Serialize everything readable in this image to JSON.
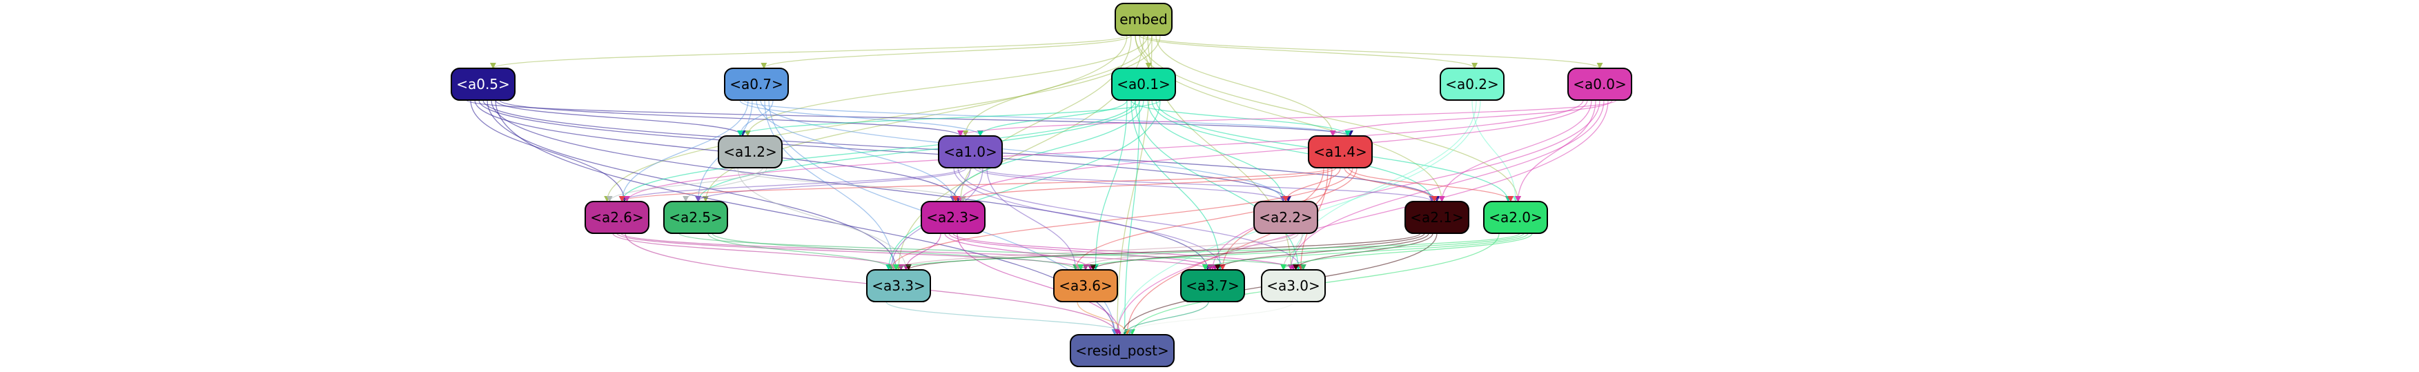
{
  "graph": {
    "nodes": [
      {
        "id": "embed",
        "label": "embed",
        "fill": "#a3be54",
        "text": "#000000"
      },
      {
        "id": "a0.5",
        "label": "<a0.5>",
        "fill": "#24168f",
        "text": "#ffffff"
      },
      {
        "id": "a0.7",
        "label": "<a0.7>",
        "fill": "#5c98df",
        "text": "#000000"
      },
      {
        "id": "a0.1",
        "label": "<a0.1>",
        "fill": "#0fdc9f",
        "text": "#000000"
      },
      {
        "id": "a0.2",
        "label": "<a0.2>",
        "fill": "#78f7cf",
        "text": "#000000"
      },
      {
        "id": "a0.0",
        "label": "<a0.0>",
        "fill": "#d93db1",
        "text": "#000000"
      },
      {
        "id": "a1.2",
        "label": "<a1.2>",
        "fill": "#b0b9b8",
        "text": "#000000"
      },
      {
        "id": "a1.0",
        "label": "<a1.0>",
        "fill": "#7a57c3",
        "text": "#000000"
      },
      {
        "id": "a1.4",
        "label": "<a1.4>",
        "fill": "#e8434b",
        "text": "#000000"
      },
      {
        "id": "a2.6",
        "label": "<a2.6>",
        "fill": "#b83095",
        "text": "#000000"
      },
      {
        "id": "a2.5",
        "label": "<a2.5>",
        "fill": "#3bb96e",
        "text": "#000000"
      },
      {
        "id": "a2.3",
        "label": "<a2.3>",
        "fill": "#c123a0",
        "text": "#000000"
      },
      {
        "id": "a2.2",
        "label": "<a2.2>",
        "fill": "#c594a5",
        "text": "#000000"
      },
      {
        "id": "a2.1",
        "label": "<a2.1>",
        "fill": "#3c0509",
        "text": "#000000"
      },
      {
        "id": "a2.0",
        "label": "<a2.0>",
        "fill": "#2cdf70",
        "text": "#000000"
      },
      {
        "id": "a3.3",
        "label": "<a3.3>",
        "fill": "#77bfc1",
        "text": "#000000"
      },
      {
        "id": "a3.6",
        "label": "<a3.6>",
        "fill": "#e88e42",
        "text": "#000000"
      },
      {
        "id": "a3.7",
        "label": "<a3.7>",
        "fill": "#089f69",
        "text": "#000000"
      },
      {
        "id": "a3.0",
        "label": "<a3.0>",
        "fill": "#e8efe8",
        "text": "#000000"
      },
      {
        "id": "resid_post",
        "label": "<resid_post>",
        "fill": "#5762a6",
        "text": "#000000"
      }
    ],
    "edges": [
      {
        "from": "embed",
        "to": "a0.5",
        "color": "#a3be54"
      },
      {
        "from": "embed",
        "to": "a0.7",
        "color": "#a3be54"
      },
      {
        "from": "embed",
        "to": "a0.1",
        "color": "#a3be54"
      },
      {
        "from": "embed",
        "to": "a0.2",
        "color": "#a3be54"
      },
      {
        "from": "embed",
        "to": "a0.0",
        "color": "#a3be54"
      },
      {
        "from": "embed",
        "to": "a1.2",
        "color": "#a3be54"
      },
      {
        "from": "embed",
        "to": "a1.0",
        "color": "#a3be54"
      },
      {
        "from": "embed",
        "to": "a1.4",
        "color": "#a3be54"
      },
      {
        "from": "embed",
        "to": "a2.6",
        "color": "#a3be54"
      },
      {
        "from": "embed",
        "to": "a2.5",
        "color": "#a3be54"
      },
      {
        "from": "embed",
        "to": "a2.3",
        "color": "#a3be54"
      },
      {
        "from": "embed",
        "to": "a2.1",
        "color": "#a3be54"
      },
      {
        "from": "embed",
        "to": "a2.0",
        "color": "#a3be54"
      },
      {
        "from": "embed",
        "to": "a3.3",
        "color": "#a3be54"
      },
      {
        "from": "embed",
        "to": "a3.0",
        "color": "#a3be54"
      },
      {
        "from": "embed",
        "to": "resid_post",
        "color": "#a3be54"
      },
      {
        "from": "a0.5",
        "to": "a1.2",
        "color": "#24168f"
      },
      {
        "from": "a0.5",
        "to": "a1.0",
        "color": "#24168f"
      },
      {
        "from": "a0.5",
        "to": "a1.4",
        "color": "#24168f"
      },
      {
        "from": "a0.5",
        "to": "a2.6",
        "color": "#24168f"
      },
      {
        "from": "a0.5",
        "to": "a2.3",
        "color": "#24168f"
      },
      {
        "from": "a0.5",
        "to": "a2.2",
        "color": "#24168f"
      },
      {
        "from": "a0.5",
        "to": "a2.1",
        "color": "#24168f"
      },
      {
        "from": "a0.5",
        "to": "a3.3",
        "color": "#24168f"
      },
      {
        "from": "a0.5",
        "to": "a3.7",
        "color": "#24168f"
      },
      {
        "from": "a0.5",
        "to": "resid_post",
        "color": "#24168f"
      },
      {
        "from": "a0.7",
        "to": "a1.2",
        "color": "#5c98df"
      },
      {
        "from": "a0.7",
        "to": "a1.0",
        "color": "#5c98df"
      },
      {
        "from": "a0.7",
        "to": "a1.4",
        "color": "#5c98df"
      },
      {
        "from": "a0.7",
        "to": "a2.6",
        "color": "#5c98df"
      },
      {
        "from": "a0.7",
        "to": "a2.5",
        "color": "#5c98df"
      },
      {
        "from": "a0.7",
        "to": "a2.3",
        "color": "#5c98df"
      },
      {
        "from": "a0.7",
        "to": "a2.2",
        "color": "#5c98df"
      },
      {
        "from": "a0.7",
        "to": "a3.3",
        "color": "#5c98df"
      },
      {
        "from": "a0.7",
        "to": "resid_post",
        "color": "#5c98df"
      },
      {
        "from": "a0.1",
        "to": "a1.2",
        "color": "#0fdc9f"
      },
      {
        "from": "a0.1",
        "to": "a1.0",
        "color": "#0fdc9f"
      },
      {
        "from": "a0.1",
        "to": "a1.4",
        "color": "#0fdc9f"
      },
      {
        "from": "a0.1",
        "to": "a2.6",
        "color": "#0fdc9f"
      },
      {
        "from": "a0.1",
        "to": "a2.5",
        "color": "#0fdc9f"
      },
      {
        "from": "a0.1",
        "to": "a2.3",
        "color": "#0fdc9f"
      },
      {
        "from": "a0.1",
        "to": "a2.2",
        "color": "#0fdc9f"
      },
      {
        "from": "a0.1",
        "to": "a2.1",
        "color": "#0fdc9f"
      },
      {
        "from": "a0.1",
        "to": "a2.0",
        "color": "#0fdc9f"
      },
      {
        "from": "a0.1",
        "to": "a3.3",
        "color": "#0fdc9f"
      },
      {
        "from": "a0.1",
        "to": "a3.6",
        "color": "#0fdc9f"
      },
      {
        "from": "a0.1",
        "to": "a3.7",
        "color": "#0fdc9f"
      },
      {
        "from": "a0.1",
        "to": "a3.0",
        "color": "#0fdc9f"
      },
      {
        "from": "a0.1",
        "to": "resid_post",
        "color": "#0fdc9f"
      },
      {
        "from": "a0.2",
        "to": "a2.0",
        "color": "#78f7cf"
      },
      {
        "from": "a0.2",
        "to": "a3.0",
        "color": "#78f7cf"
      },
      {
        "from": "a0.2",
        "to": "resid_post",
        "color": "#78f7cf"
      },
      {
        "from": "a0.0",
        "to": "a1.4",
        "color": "#d93db1"
      },
      {
        "from": "a0.0",
        "to": "a1.0",
        "color": "#d93db1"
      },
      {
        "from": "a0.0",
        "to": "a2.6",
        "color": "#d93db1"
      },
      {
        "from": "a0.0",
        "to": "a2.3",
        "color": "#d93db1"
      },
      {
        "from": "a0.0",
        "to": "a2.1",
        "color": "#d93db1"
      },
      {
        "from": "a0.0",
        "to": "a2.0",
        "color": "#d93db1"
      },
      {
        "from": "a0.0",
        "to": "a3.7",
        "color": "#d93db1"
      },
      {
        "from": "a0.0",
        "to": "a3.0",
        "color": "#d93db1"
      },
      {
        "from": "a0.0",
        "to": "resid_post",
        "color": "#d93db1"
      },
      {
        "from": "a1.2",
        "to": "a2.6",
        "color": "#b0b9b8"
      },
      {
        "from": "a1.2",
        "to": "a2.5",
        "color": "#b0b9b8"
      },
      {
        "from": "a1.2",
        "to": "a2.3",
        "color": "#b0b9b8"
      },
      {
        "from": "a1.2",
        "to": "a3.3",
        "color": "#b0b9b8"
      },
      {
        "from": "a1.0",
        "to": "a2.6",
        "color": "#7a57c3"
      },
      {
        "from": "a1.0",
        "to": "a2.5",
        "color": "#7a57c3"
      },
      {
        "from": "a1.0",
        "to": "a2.3",
        "color": "#7a57c3"
      },
      {
        "from": "a1.0",
        "to": "a2.2",
        "color": "#7a57c3"
      },
      {
        "from": "a1.0",
        "to": "a2.1",
        "color": "#7a57c3"
      },
      {
        "from": "a1.0",
        "to": "a3.3",
        "color": "#7a57c3"
      },
      {
        "from": "a1.0",
        "to": "a3.6",
        "color": "#7a57c3"
      },
      {
        "from": "a1.0",
        "to": "a3.7",
        "color": "#7a57c3"
      },
      {
        "from": "a1.0",
        "to": "a3.0",
        "color": "#7a57c3"
      },
      {
        "from": "a1.4",
        "to": "a2.6",
        "color": "#e8434b"
      },
      {
        "from": "a1.4",
        "to": "a2.3",
        "color": "#e8434b"
      },
      {
        "from": "a1.4",
        "to": "a2.2",
        "color": "#e8434b"
      },
      {
        "from": "a1.4",
        "to": "a2.1",
        "color": "#e8434b"
      },
      {
        "from": "a1.4",
        "to": "a2.0",
        "color": "#e8434b"
      },
      {
        "from": "a1.4",
        "to": "a3.3",
        "color": "#e8434b"
      },
      {
        "from": "a1.4",
        "to": "a3.6",
        "color": "#e8434b"
      },
      {
        "from": "a1.4",
        "to": "a3.7",
        "color": "#e8434b"
      },
      {
        "from": "a1.4",
        "to": "a3.0",
        "color": "#e8434b"
      },
      {
        "from": "a1.4",
        "to": "resid_post",
        "color": "#e8434b"
      },
      {
        "from": "a2.6",
        "to": "a3.3",
        "color": "#b83095"
      },
      {
        "from": "a2.6",
        "to": "a3.6",
        "color": "#b83095"
      },
      {
        "from": "a2.6",
        "to": "a3.7",
        "color": "#b83095"
      },
      {
        "from": "a2.6",
        "to": "resid_post",
        "color": "#b83095"
      },
      {
        "from": "a2.5",
        "to": "a3.3",
        "color": "#3bb96e"
      },
      {
        "from": "a2.5",
        "to": "a3.6",
        "color": "#3bb96e"
      },
      {
        "from": "a2.5",
        "to": "a3.0",
        "color": "#3bb96e"
      },
      {
        "from": "a2.3",
        "to": "a3.3",
        "color": "#c123a0"
      },
      {
        "from": "a2.3",
        "to": "a3.6",
        "color": "#c123a0"
      },
      {
        "from": "a2.3",
        "to": "a3.7",
        "color": "#c123a0"
      },
      {
        "from": "a2.3",
        "to": "a3.0",
        "color": "#c123a0"
      },
      {
        "from": "a2.3",
        "to": "resid_post",
        "color": "#c123a0"
      },
      {
        "from": "a2.2",
        "to": "a3.3",
        "color": "#c594a5"
      },
      {
        "from": "a2.2",
        "to": "a3.6",
        "color": "#c594a5"
      },
      {
        "from": "a2.2",
        "to": "a3.0",
        "color": "#c594a5"
      },
      {
        "from": "a2.1",
        "to": "a3.3",
        "color": "#3c0509"
      },
      {
        "from": "a2.1",
        "to": "a3.6",
        "color": "#3c0509"
      },
      {
        "from": "a2.1",
        "to": "a3.7",
        "color": "#3c0509"
      },
      {
        "from": "a2.1",
        "to": "a3.0",
        "color": "#3c0509"
      },
      {
        "from": "a2.1",
        "to": "resid_post",
        "color": "#3c0509"
      },
      {
        "from": "a2.0",
        "to": "a3.3",
        "color": "#2cdf70"
      },
      {
        "from": "a2.0",
        "to": "a3.6",
        "color": "#2cdf70"
      },
      {
        "from": "a2.0",
        "to": "a3.7",
        "color": "#2cdf70"
      },
      {
        "from": "a2.0",
        "to": "a3.0",
        "color": "#2cdf70"
      },
      {
        "from": "a2.0",
        "to": "resid_post",
        "color": "#2cdf70"
      },
      {
        "from": "a3.3",
        "to": "resid_post",
        "color": "#77bfc1"
      },
      {
        "from": "a3.6",
        "to": "resid_post",
        "color": "#e88e42"
      },
      {
        "from": "a3.7",
        "to": "resid_post",
        "color": "#089f69"
      },
      {
        "from": "a3.0",
        "to": "resid_post",
        "color": "#e8efe8"
      }
    ]
  }
}
